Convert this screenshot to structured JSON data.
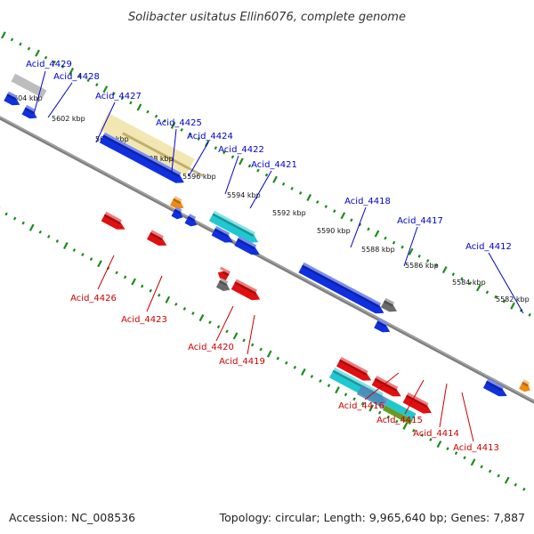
{
  "title": "Solibacter usitatus Ellin6076, complete genome",
  "footer": {
    "accession": "Accession: NC_008536",
    "stats": "Topology: circular; Length: 9,965,640 bp; Genes: 7,887"
  },
  "colors": {
    "forward_label": "#0000cc",
    "reverse_label": "#cc0000",
    "backbone": "#7f7f7f",
    "tick": "#1a8c1a",
    "blue_gene": "#1030e0",
    "red_gene": "#e01010",
    "cyan_gene": "#20c8d0",
    "gray_gene": "#6a6a6a",
    "orange_gene": "#f28a10",
    "pale_feature": "#f0e2a6",
    "steel_feature": "#4f86b6",
    "olive_feature": "#6a9a20"
  },
  "scale_labels": [
    "5604 kbp",
    "5602 kbp",
    "5600 kbp",
    "5598 kbp",
    "5596 kbp",
    "5594 kbp",
    "5592 kbp",
    "5590 kbp",
    "5588 kbp",
    "5586 kbp",
    "5584 kbp",
    "5582 kbp"
  ],
  "forward_genes": [
    {
      "label": "Acid_4429"
    },
    {
      "label": "Acid_4428"
    },
    {
      "label": "Acid_4427"
    },
    {
      "label": "Acid_4425"
    },
    {
      "label": "Acid_4424"
    },
    {
      "label": "Acid_4422"
    },
    {
      "label": "Acid_4421"
    },
    {
      "label": "Acid_4418"
    },
    {
      "label": "Acid_4417"
    },
    {
      "label": "Acid_4412"
    }
  ],
  "reverse_genes": [
    {
      "label": "Acid_4426"
    },
    {
      "label": "Acid_4423"
    },
    {
      "label": "Acid_4420"
    },
    {
      "label": "Acid_4419"
    },
    {
      "label": "Acid_4416"
    },
    {
      "label": "Acid_4415"
    },
    {
      "label": "Acid_4414"
    },
    {
      "label": "Acid_4413"
    }
  ]
}
